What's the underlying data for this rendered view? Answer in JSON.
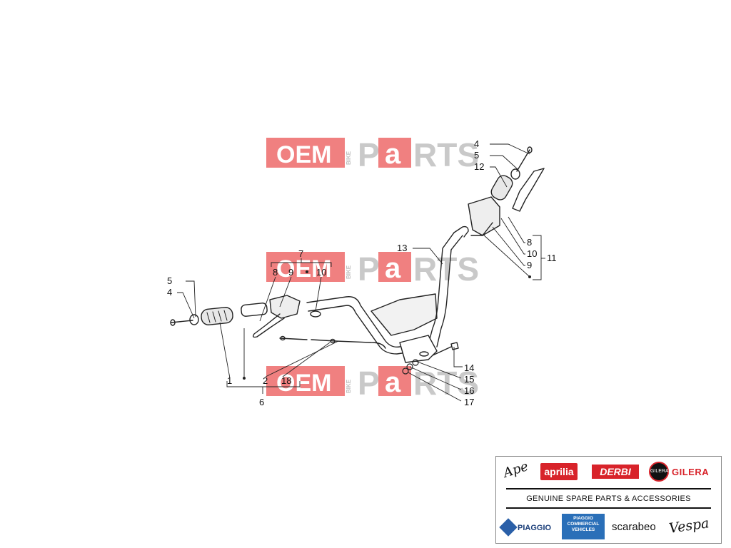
{
  "watermark": {
    "oem": "OEM",
    "bike": "BIKE",
    "p": "P",
    "a": "a",
    "rts": "RTS",
    "colors": {
      "red": "#f08080",
      "grey": "#c9c9c9"
    }
  },
  "callouts": {
    "c4a": "4",
    "c5a": "5",
    "c12": "12",
    "c8a": "8",
    "c10a": "10",
    "c11": "11",
    "c9a": "9",
    "c13": "13",
    "c7": "7",
    "c8b": "8",
    "c9b": "9",
    "c10b": "10",
    "c5b": "5",
    "c4b": "4",
    "c14": "14",
    "c15": "15",
    "c16": "16",
    "c17": "17",
    "c1": "1",
    "c2": "2",
    "c18": "18",
    "c6": "6"
  },
  "brands": {
    "ape": "Ape",
    "aprilia": "aprilia",
    "derbi": "DERBI",
    "gilera_badge": "GILERA",
    "gilera": "GILERA",
    "tagline": "GENUINE SPARE PARTS & ACCESSORIES",
    "piaggio": "PIAGGIO",
    "pcv": "PIAGGIO COMMERCIAL VEHICLES",
    "scarabeo": "scarabeo",
    "vespa": "Vespa"
  }
}
